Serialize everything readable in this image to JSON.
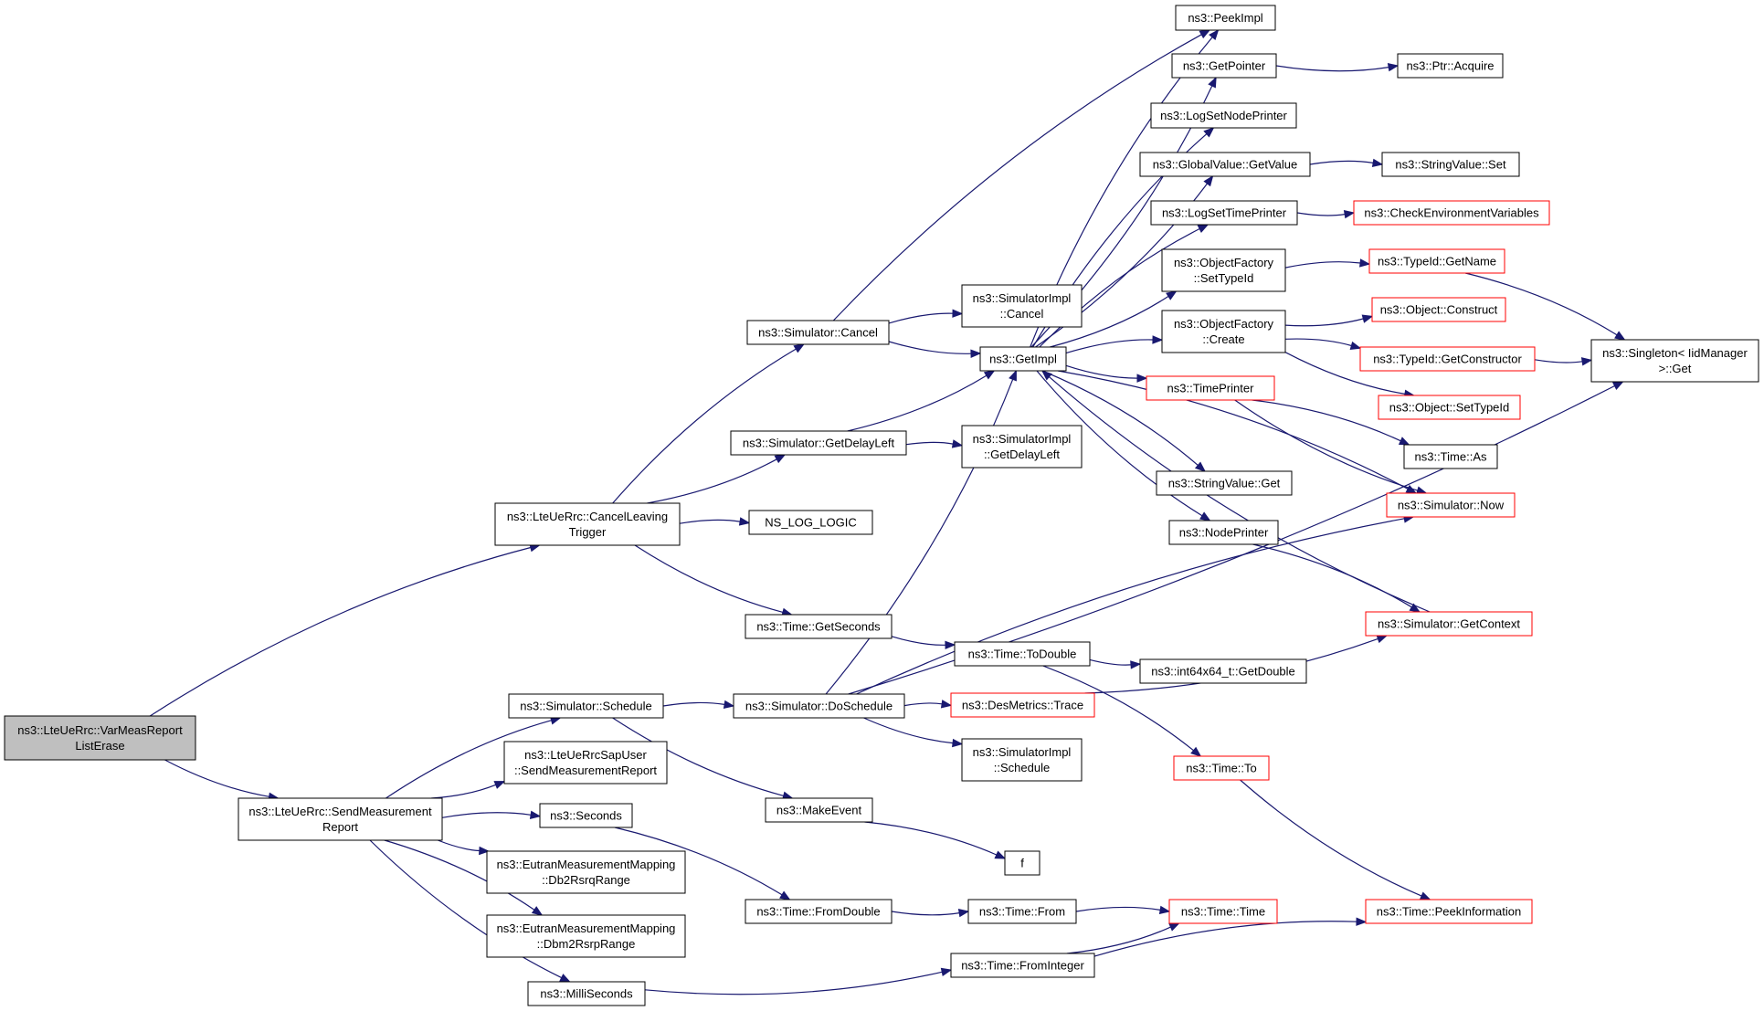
{
  "colors": {
    "edge": "#191970",
    "border_normal": "#000000",
    "border_external": "#ff0000",
    "root_fill": "#bfbfbf",
    "node_fill": "#ffffff"
  },
  "nodes": [
    {
      "id": "root",
      "lines": [
        "ns3::LteUeRrc::VarMeasReport",
        "ListErase"
      ],
      "kind": "root"
    },
    {
      "id": "cancelLeaving",
      "lines": [
        "ns3::LteUeRrc::CancelLeaving",
        "Trigger"
      ],
      "kind": "normal"
    },
    {
      "id": "sendMeas",
      "lines": [
        "ns3::LteUeRrc::SendMeasurement",
        "Report"
      ],
      "kind": "normal"
    },
    {
      "id": "simCancel",
      "lines": [
        "ns3::Simulator::Cancel"
      ],
      "kind": "normal"
    },
    {
      "id": "simGetDelayLeft",
      "lines": [
        "ns3::Simulator::GetDelayLeft"
      ],
      "kind": "normal"
    },
    {
      "id": "nsLogLogic",
      "lines": [
        "NS_LOG_LOGIC"
      ],
      "kind": "normal"
    },
    {
      "id": "timeGetSeconds",
      "lines": [
        "ns3::Time::GetSeconds"
      ],
      "kind": "normal"
    },
    {
      "id": "simSchedule",
      "lines": [
        "ns3::Simulator::Schedule"
      ],
      "kind": "normal"
    },
    {
      "id": "sapUserSend",
      "lines": [
        "ns3::LteUeRrcSapUser",
        "::SendMeasurementReport"
      ],
      "kind": "normal"
    },
    {
      "id": "seconds",
      "lines": [
        "ns3::Seconds"
      ],
      "kind": "normal"
    },
    {
      "id": "db2Rsrq",
      "lines": [
        "ns3::EutranMeasurementMapping",
        "::Db2RsrqRange"
      ],
      "kind": "normal"
    },
    {
      "id": "dbm2Rsrp",
      "lines": [
        "ns3::EutranMeasurementMapping",
        "::Dbm2RsrpRange"
      ],
      "kind": "normal"
    },
    {
      "id": "milliSeconds",
      "lines": [
        "ns3::MilliSeconds"
      ],
      "kind": "normal"
    },
    {
      "id": "implCancel",
      "lines": [
        "ns3::SimulatorImpl",
        "::Cancel"
      ],
      "kind": "normal"
    },
    {
      "id": "getImpl",
      "lines": [
        "ns3::GetImpl"
      ],
      "kind": "normal"
    },
    {
      "id": "implGetDelayLeft",
      "lines": [
        "ns3::SimulatorImpl",
        "::GetDelayLeft"
      ],
      "kind": "normal"
    },
    {
      "id": "timeToDouble",
      "lines": [
        "ns3::Time::ToDouble"
      ],
      "kind": "normal"
    },
    {
      "id": "simDoSchedule",
      "lines": [
        "ns3::Simulator::DoSchedule"
      ],
      "kind": "normal"
    },
    {
      "id": "makeEvent",
      "lines": [
        "ns3::MakeEvent"
      ],
      "kind": "normal"
    },
    {
      "id": "timeFromDouble",
      "lines": [
        "ns3::Time::FromDouble"
      ],
      "kind": "normal"
    },
    {
      "id": "timeFromInteger",
      "lines": [
        "ns3::Time::FromInteger"
      ],
      "kind": "normal"
    },
    {
      "id": "peekImpl",
      "lines": [
        "ns3::PeekImpl"
      ],
      "kind": "normal"
    },
    {
      "id": "getPointer",
      "lines": [
        "ns3::GetPointer"
      ],
      "kind": "normal"
    },
    {
      "id": "logSetNodePrinter",
      "lines": [
        "ns3::LogSetNodePrinter"
      ],
      "kind": "normal"
    },
    {
      "id": "globalValueGet",
      "lines": [
        "ns3::GlobalValue::GetValue"
      ],
      "kind": "normal"
    },
    {
      "id": "logSetTimePrinter",
      "lines": [
        "ns3::LogSetTimePrinter"
      ],
      "kind": "normal"
    },
    {
      "id": "ofSetTypeId",
      "lines": [
        "ns3::ObjectFactory",
        "::SetTypeId"
      ],
      "kind": "normal"
    },
    {
      "id": "ofCreate",
      "lines": [
        "ns3::ObjectFactory",
        "::Create"
      ],
      "kind": "normal"
    },
    {
      "id": "timePrinter",
      "lines": [
        "ns3::TimePrinter"
      ],
      "kind": "external"
    },
    {
      "id": "stringValueGet",
      "lines": [
        "ns3::StringValue::Get"
      ],
      "kind": "normal"
    },
    {
      "id": "nodePrinter",
      "lines": [
        "ns3::NodePrinter"
      ],
      "kind": "normal"
    },
    {
      "id": "int64GetDouble",
      "lines": [
        "ns3::int64x64_t::GetDouble"
      ],
      "kind": "normal"
    },
    {
      "id": "desMetricsTrace",
      "lines": [
        "ns3::DesMetrics::Trace"
      ],
      "kind": "external"
    },
    {
      "id": "implSchedule",
      "lines": [
        "ns3::SimulatorImpl",
        "::Schedule"
      ],
      "kind": "normal"
    },
    {
      "id": "timeTo",
      "lines": [
        "ns3::Time::To"
      ],
      "kind": "external"
    },
    {
      "id": "fFunc",
      "lines": [
        "f"
      ],
      "kind": "normal"
    },
    {
      "id": "timeFrom",
      "lines": [
        "ns3::Time::From"
      ],
      "kind": "normal"
    },
    {
      "id": "timeTime",
      "lines": [
        "ns3::Time::Time"
      ],
      "kind": "external"
    },
    {
      "id": "ptrAcquire",
      "lines": [
        "ns3::Ptr::Acquire"
      ],
      "kind": "normal"
    },
    {
      "id": "stringValueSet",
      "lines": [
        "ns3::StringValue::Set"
      ],
      "kind": "normal"
    },
    {
      "id": "checkEnv",
      "lines": [
        "ns3::CheckEnvironmentVariables"
      ],
      "kind": "external"
    },
    {
      "id": "typeIdGetName",
      "lines": [
        "ns3::TypeId::GetName"
      ],
      "kind": "external"
    },
    {
      "id": "objectConstruct",
      "lines": [
        "ns3::Object::Construct"
      ],
      "kind": "external"
    },
    {
      "id": "typeIdGetConstructor",
      "lines": [
        "ns3::TypeId::GetConstructor"
      ],
      "kind": "external"
    },
    {
      "id": "objectSetTypeId",
      "lines": [
        "ns3::Object::SetTypeId"
      ],
      "kind": "external"
    },
    {
      "id": "timeAs",
      "lines": [
        "ns3::Time::As"
      ],
      "kind": "normal"
    },
    {
      "id": "simNow",
      "lines": [
        "ns3::Simulator::Now"
      ],
      "kind": "external"
    },
    {
      "id": "simGetContext",
      "lines": [
        "ns3::Simulator::GetContext"
      ],
      "kind": "external"
    },
    {
      "id": "timePeekInfo",
      "lines": [
        "ns3::Time::PeekInformation"
      ],
      "kind": "external"
    },
    {
      "id": "singletonGet",
      "lines": [
        "ns3::Singleton< IidManager",
        ">::Get"
      ],
      "kind": "normal"
    }
  ],
  "edges": [
    [
      "root",
      "cancelLeaving"
    ],
    [
      "root",
      "sendMeas"
    ],
    [
      "cancelLeaving",
      "simCancel"
    ],
    [
      "cancelLeaving",
      "simGetDelayLeft"
    ],
    [
      "cancelLeaving",
      "nsLogLogic"
    ],
    [
      "cancelLeaving",
      "timeGetSeconds"
    ],
    [
      "sendMeas",
      "simSchedule"
    ],
    [
      "sendMeas",
      "sapUserSend"
    ],
    [
      "sendMeas",
      "seconds"
    ],
    [
      "sendMeas",
      "db2Rsrq"
    ],
    [
      "sendMeas",
      "dbm2Rsrp"
    ],
    [
      "sendMeas",
      "milliSeconds"
    ],
    [
      "simCancel",
      "implCancel"
    ],
    [
      "simCancel",
      "getImpl"
    ],
    [
      "simCancel",
      "peekImpl"
    ],
    [
      "simGetDelayLeft",
      "getImpl"
    ],
    [
      "simGetDelayLeft",
      "implGetDelayLeft"
    ],
    [
      "timeGetSeconds",
      "timeToDouble"
    ],
    [
      "simSchedule",
      "simDoSchedule"
    ],
    [
      "simSchedule",
      "makeEvent"
    ],
    [
      "seconds",
      "timeFromDouble"
    ],
    [
      "milliSeconds",
      "timeFromInteger"
    ],
    [
      "getImpl",
      "peekImpl"
    ],
    [
      "getImpl",
      "getPointer"
    ],
    [
      "getImpl",
      "logSetNodePrinter"
    ],
    [
      "getImpl",
      "globalValueGet"
    ],
    [
      "getImpl",
      "logSetTimePrinter"
    ],
    [
      "getImpl",
      "ofSetTypeId"
    ],
    [
      "getImpl",
      "ofCreate"
    ],
    [
      "getImpl",
      "timePrinter"
    ],
    [
      "getImpl",
      "stringValueGet"
    ],
    [
      "getImpl",
      "nodePrinter"
    ],
    [
      "getImpl",
      "simNow"
    ],
    [
      "timeToDouble",
      "int64GetDouble"
    ],
    [
      "timeToDouble",
      "timeTo"
    ],
    [
      "simDoSchedule",
      "getImpl"
    ],
    [
      "simDoSchedule",
      "desMetricsTrace"
    ],
    [
      "simDoSchedule",
      "implSchedule"
    ],
    [
      "simDoSchedule",
      "simNow"
    ],
    [
      "simDoSchedule",
      "singletonGet"
    ],
    [
      "makeEvent",
      "fFunc"
    ],
    [
      "timeFromDouble",
      "timeFrom"
    ],
    [
      "timeFrom",
      "timeTime"
    ],
    [
      "timeFromInteger",
      "timeTime"
    ],
    [
      "timeFromInteger",
      "timePeekInfo"
    ],
    [
      "getPointer",
      "ptrAcquire"
    ],
    [
      "globalValueGet",
      "stringValueSet"
    ],
    [
      "logSetTimePrinter",
      "checkEnv"
    ],
    [
      "ofSetTypeId",
      "typeIdGetName"
    ],
    [
      "ofCreate",
      "objectConstruct"
    ],
    [
      "ofCreate",
      "typeIdGetConstructor"
    ],
    [
      "ofCreate",
      "objectSetTypeId"
    ],
    [
      "timePrinter",
      "timeAs"
    ],
    [
      "timePrinter",
      "simNow"
    ],
    [
      "nodePrinter",
      "simGetContext"
    ],
    [
      "desMetricsTrace",
      "simGetContext"
    ],
    [
      "simGetContext",
      "getImpl"
    ],
    [
      "timeTo",
      "timePeekInfo"
    ],
    [
      "typeIdGetName",
      "singletonGet"
    ],
    [
      "typeIdGetConstructor",
      "singletonGet"
    ]
  ]
}
